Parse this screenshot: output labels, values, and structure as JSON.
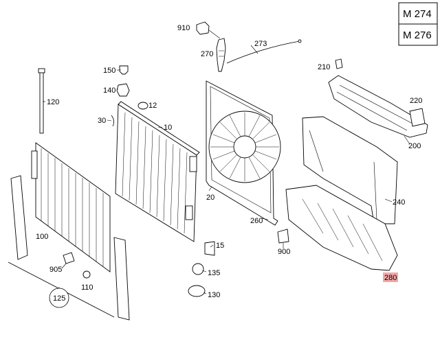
{
  "models": [
    "M 274",
    "M 276"
  ],
  "callouts": {
    "c910": "910",
    "c273": "273",
    "c270": "270",
    "c210": "210",
    "c150": "150",
    "c140": "140",
    "c120": "120",
    "c12": "12",
    "c30": "30",
    "c10": "10",
    "c220": "220",
    "c200": "200",
    "c20": "20",
    "c240": "240",
    "c260": "260",
    "c100": "100",
    "c15": "15",
    "c900": "900",
    "c905": "905",
    "c135": "135",
    "c110": "110",
    "c130": "130",
    "c125": "125",
    "c280": "280"
  },
  "colors": {
    "highlight": "#f4a6a6",
    "line": "#000000"
  }
}
